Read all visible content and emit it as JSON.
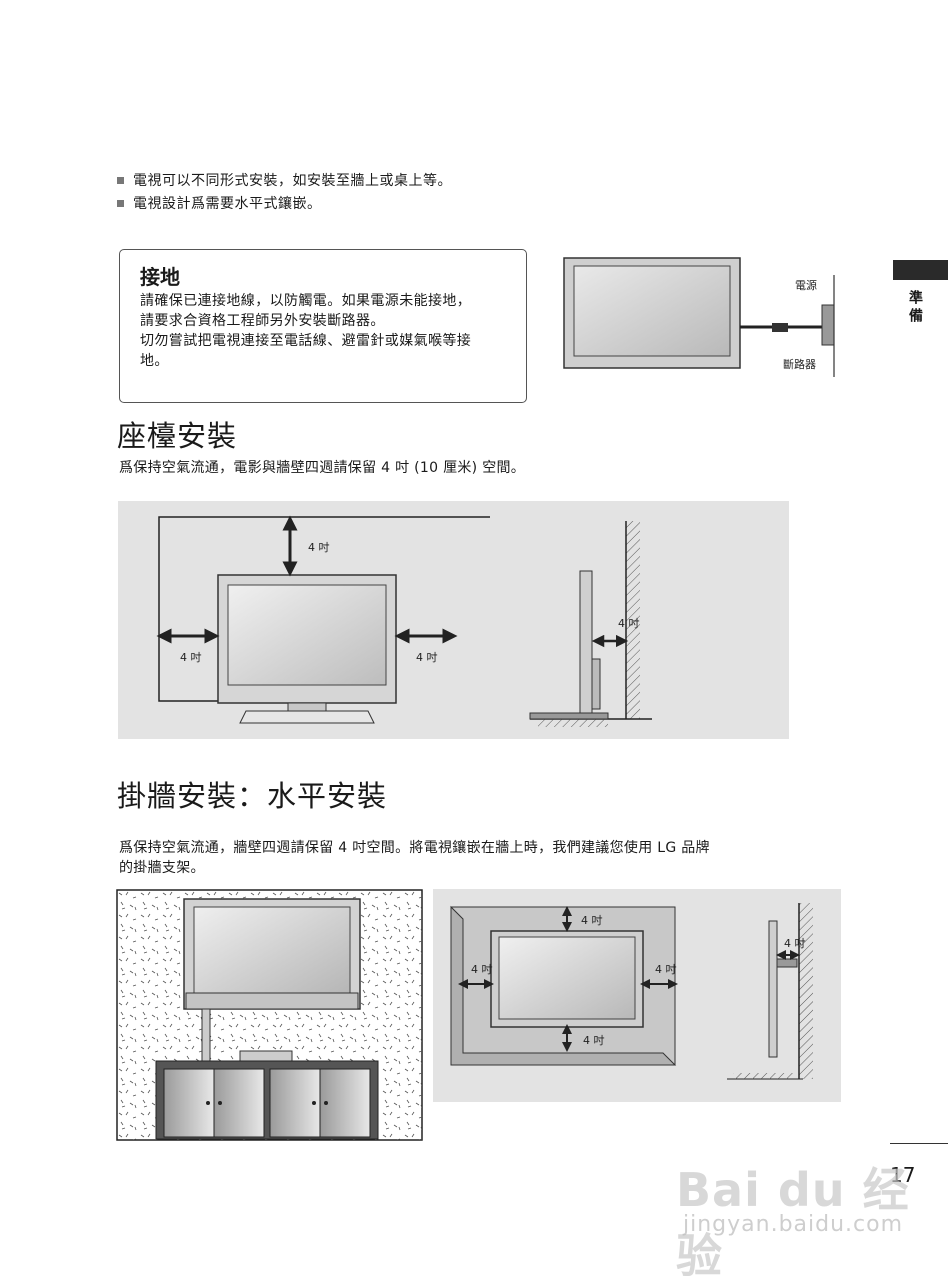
{
  "bullets": [
    "電視可以不同形式安裝，如安裝至牆上或桌上等。",
    "電視設計爲需要水平式鑲嵌。"
  ],
  "grounding": {
    "title": "接地",
    "lines": [
      "請確保已連接地線，以防觸電。如果電源未能接地，",
      "請要求合資格工程師另外安裝斷路器。",
      "切勿嘗試把電視連接至電話線、避雷針或媒氣喉等接",
      "地。"
    ],
    "power_label": "電源",
    "breaker_label": "斷路器"
  },
  "desk_section": {
    "title": "座檯安裝",
    "text": "爲保持空氣流通，電影與牆壁四週請保留 4 吋 (10  厘米) 空間。",
    "gap_label": "4 吋"
  },
  "wall_section": {
    "title": "掛牆安裝：水平安裝",
    "text_line1": "爲保持空氣流通，牆壁四週請保留 4 吋空間。將電視鑲嵌在牆上時，我們建議您使用 LG 品牌",
    "text_line2": "的掛牆支架。",
    "gap_label": "4 吋"
  },
  "side_tab_label": "準備",
  "page_number": "17",
  "watermark": {
    "brand": "Bai du 经验",
    "url": "jingyan.baidu.com"
  }
}
